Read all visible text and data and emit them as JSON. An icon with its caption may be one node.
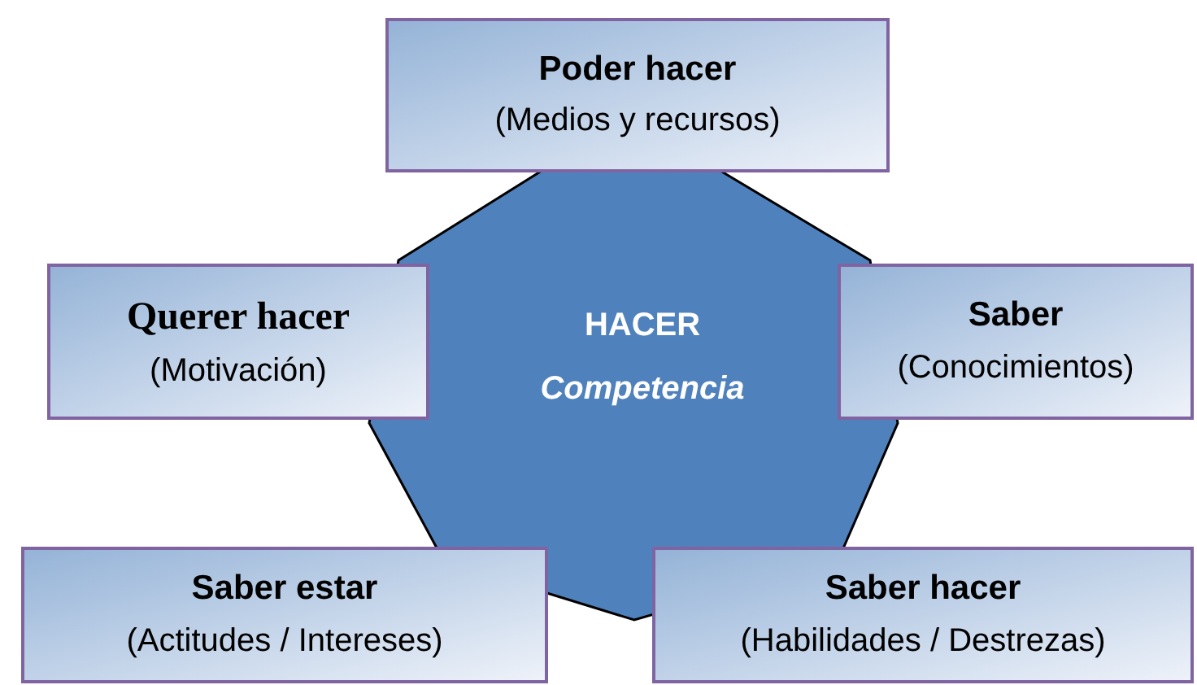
{
  "diagram": {
    "nodes": [
      {
        "text": [
          "Poder hacer",
          "(Medios y recursos)"
        ]
      },
      {
        "text": [
          "Querer hacer",
          "(Motivación)"
        ]
      },
      {
        "text": [
          "HACER",
          "Competencia"
        ]
      },
      {
        "text": [
          "Saber",
          "(Conocimientos)"
        ]
      },
      {
        "text": [
          "Saber estar",
          "(Actitudes / Intereses)"
        ]
      },
      {
        "text": [
          "Saber hacer",
          "(Habilidades / Destrezas)"
        ]
      }
    ]
  }
}
